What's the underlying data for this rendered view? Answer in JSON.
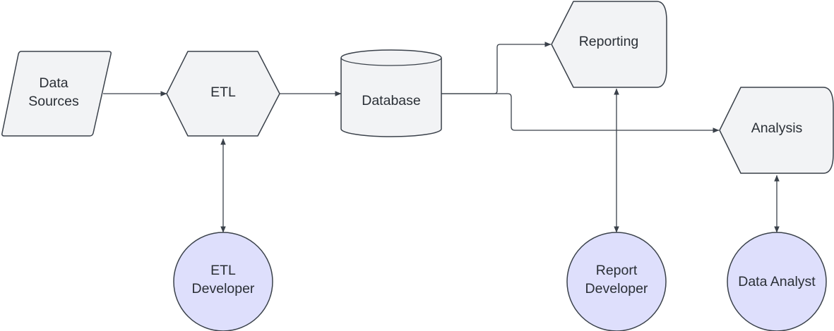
{
  "nodes": {
    "data_sources": {
      "lines": [
        "Data",
        "Sources"
      ]
    },
    "etl": {
      "lines": [
        "ETL"
      ]
    },
    "database": {
      "lines": [
        "Database"
      ]
    },
    "reporting": {
      "lines": [
        "Reporting"
      ]
    },
    "analysis": {
      "lines": [
        "Analysis"
      ]
    },
    "etl_developer": {
      "lines": [
        "ETL",
        "Developer"
      ]
    },
    "report_developer": {
      "lines": [
        "Report",
        "Developer"
      ]
    },
    "data_analyst": {
      "lines": [
        "Data Analyst"
      ]
    }
  },
  "edges": [
    {
      "from": "data_sources",
      "to": "etl",
      "direction": "forward"
    },
    {
      "from": "etl",
      "to": "database",
      "direction": "forward"
    },
    {
      "from": "database",
      "to": "reporting",
      "direction": "forward"
    },
    {
      "from": "database",
      "to": "analysis",
      "direction": "forward"
    },
    {
      "from": "etl",
      "to": "etl_developer",
      "direction": "both"
    },
    {
      "from": "reporting",
      "to": "report_developer",
      "direction": "both"
    },
    {
      "from": "analysis",
      "to": "data_analyst",
      "direction": "both"
    }
  ],
  "colors": {
    "process_fill": "#f2f3f5",
    "person_fill": "#dedffc",
    "stroke": "#3a414a"
  }
}
